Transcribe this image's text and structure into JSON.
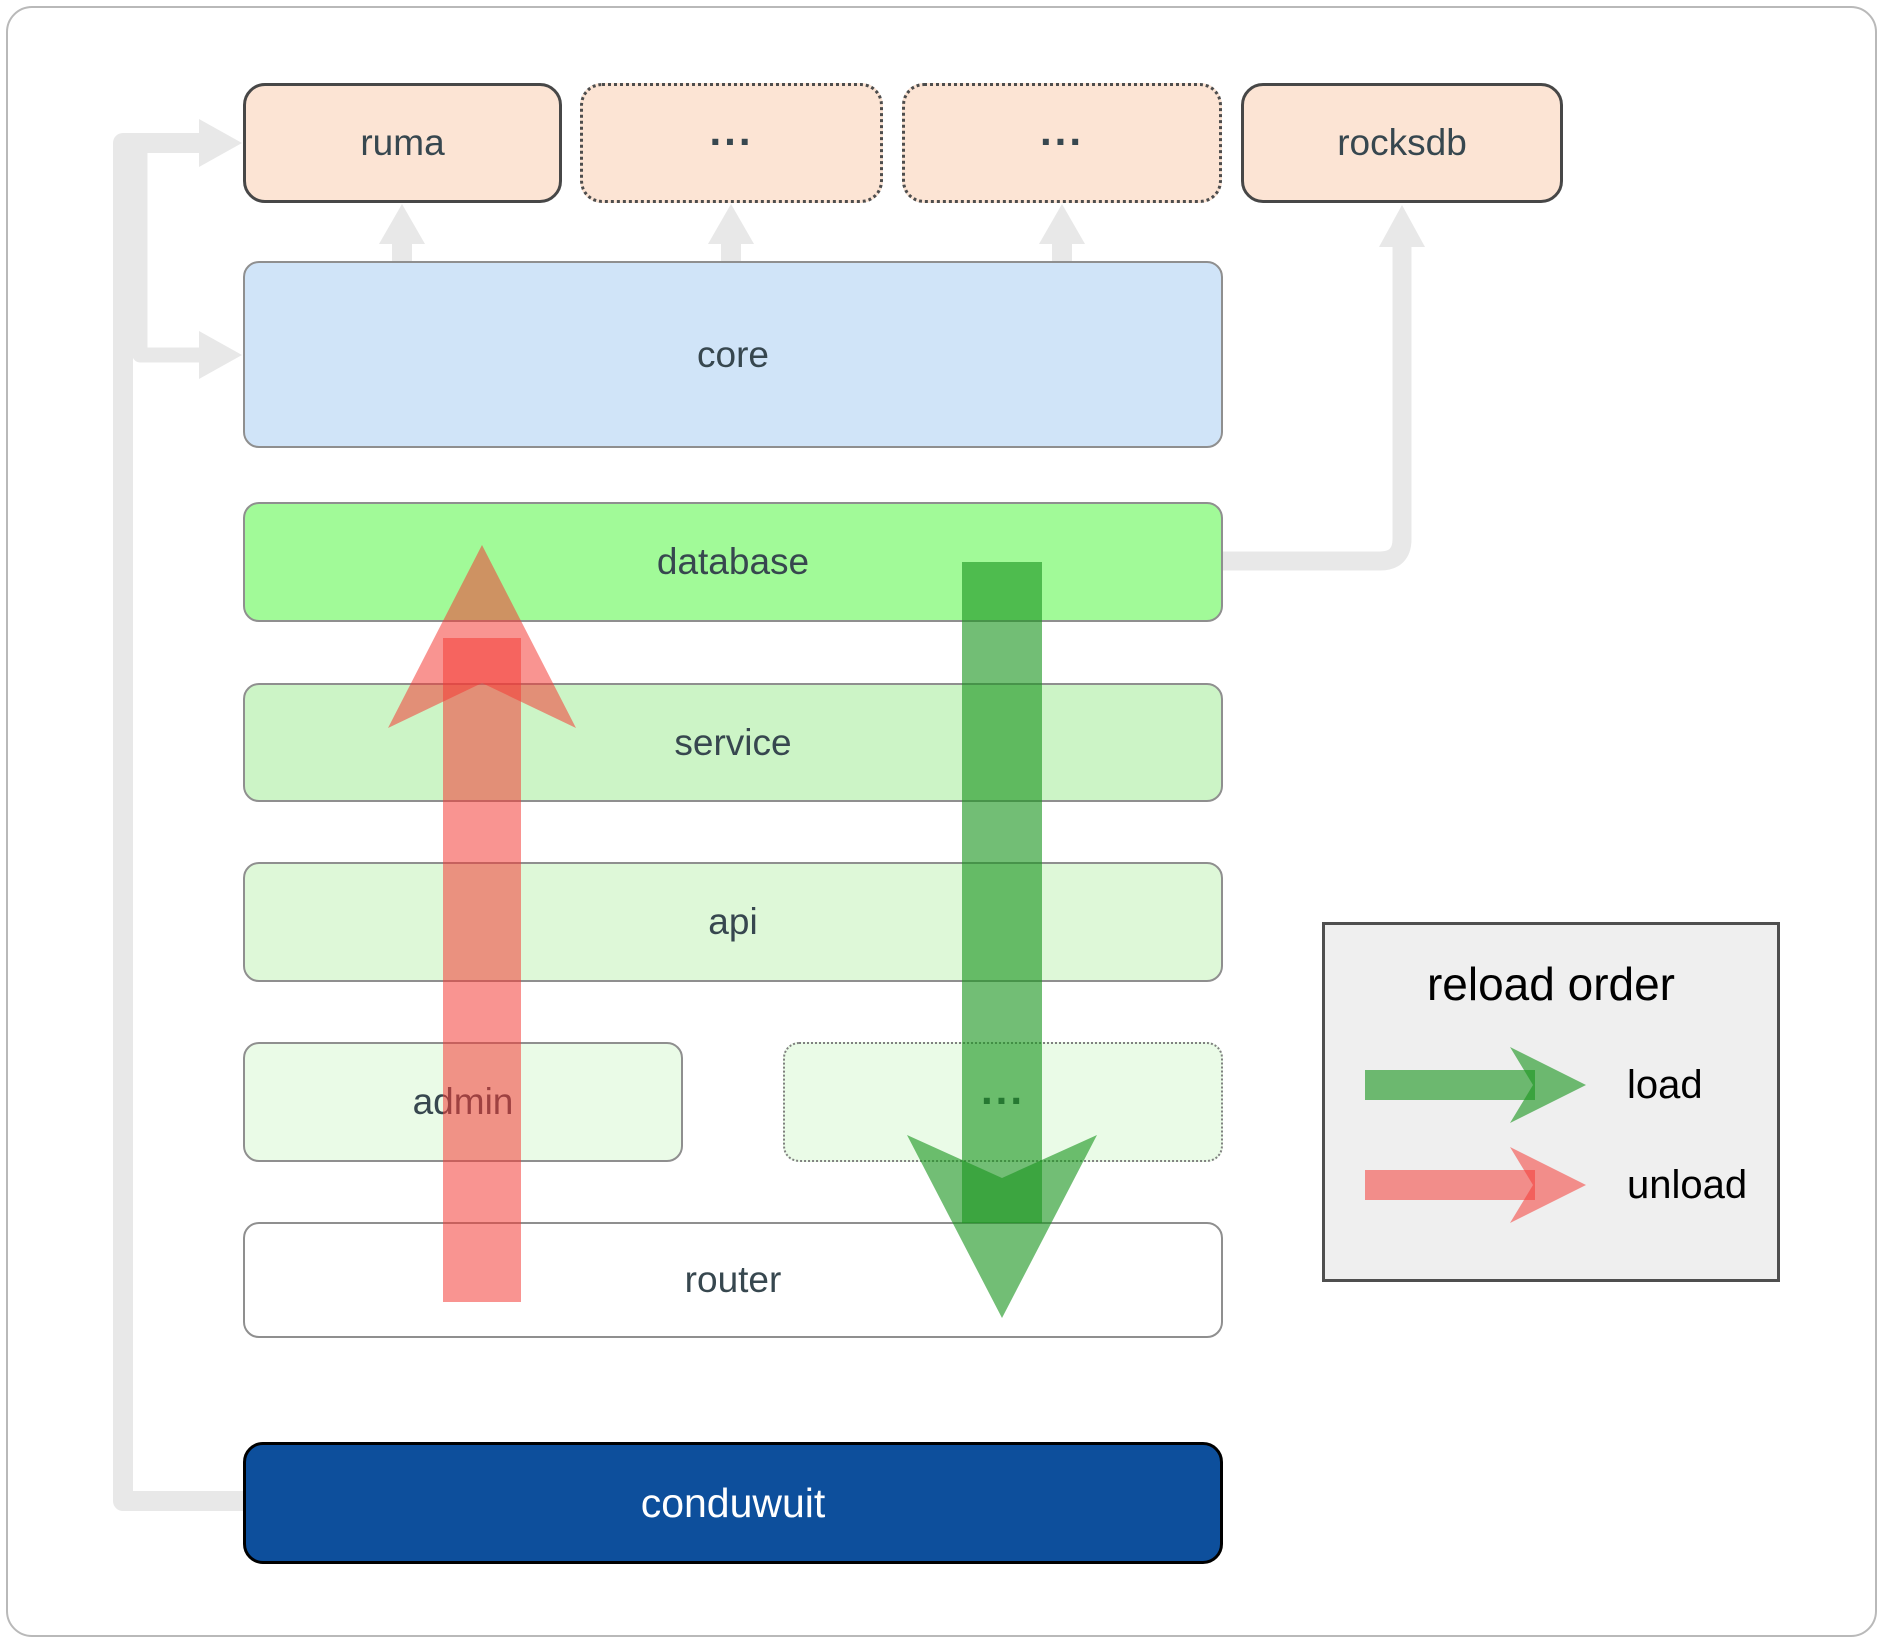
{
  "diagram": {
    "top_row": [
      {
        "label": "ruma"
      },
      {
        "label": "..."
      },
      {
        "label": "..."
      },
      {
        "label": "rocksdb"
      }
    ],
    "core": {
      "label": "core"
    },
    "database": {
      "label": "database"
    },
    "service": {
      "label": "service"
    },
    "api": {
      "label": "api"
    },
    "admin": {
      "label": "admin"
    },
    "more": {
      "label": "..."
    },
    "router": {
      "label": "router"
    },
    "app": {
      "label": "conduwuit"
    }
  },
  "legend": {
    "title": "reload order",
    "load_label": "load",
    "unload_label": "unload"
  },
  "colors": {
    "peach_box": "#fce4d4",
    "core_blue": "#d0e4f8",
    "database_green": "#a1fa98",
    "service_green": "#ccf4c6",
    "api_green": "#def8d8",
    "admin_green": "#eafbe7",
    "app_navy": "#0d4f9c",
    "connector_gray": "#e8e8e8",
    "load_arrow": "rgba(27,150,32,0.62)",
    "unload_arrow": "rgba(244,60,54,0.55)"
  }
}
